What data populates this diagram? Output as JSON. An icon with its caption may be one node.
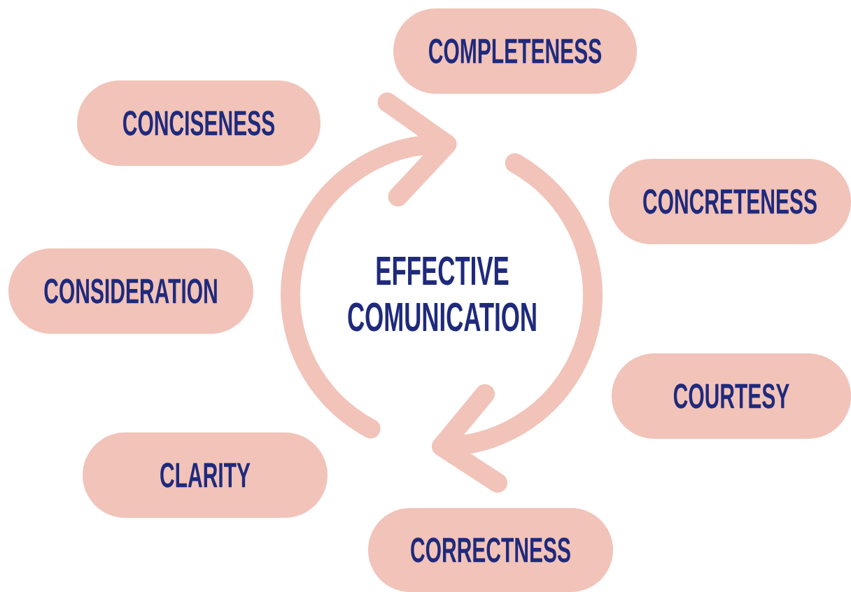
{
  "diagram": {
    "nodes": [
      {
        "text": [
          "COMPLETENESS"
        ]
      },
      {
        "text": [
          "CONCISENESS"
        ]
      },
      {
        "text": [
          "CONCRETENESS"
        ]
      },
      {
        "text": [
          "CONSIDERATION"
        ]
      },
      {
        "text": [
          "COURTESY"
        ]
      },
      {
        "text": [
          "CLARITY"
        ]
      },
      {
        "text": [
          "CORRECTNESS"
        ]
      }
    ],
    "labels": [
      "EFFECTIVE COMUNICATION"
    ]
  }
}
